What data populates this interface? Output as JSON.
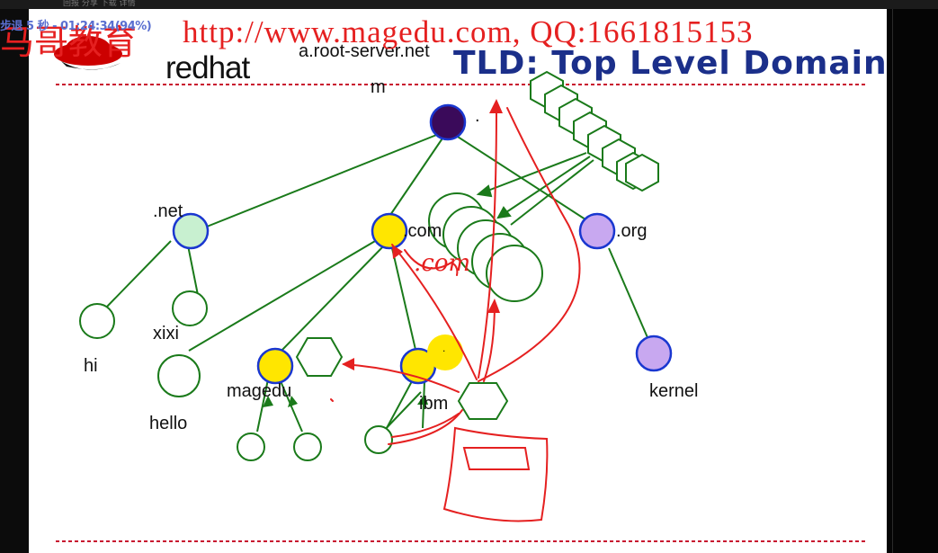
{
  "player": {
    "topbar_text": "回报  分享  下载  详情",
    "status": "步退 5 秒 - 01:24:34(94%)"
  },
  "slide": {
    "watermark_prefix": "马哥教育",
    "watermark_url": "http://www.magedu.com, QQ:1661815153",
    "logo_text": "redhat",
    "title": "TLD: Top Level Domain",
    "root_server_label": "a.root-server.net",
    "root_m_label": "m",
    "root_dot": ".",
    "labels": {
      "net": ".net",
      "com": ".com",
      "org": ".org",
      "hi": "hi",
      "xixi": "xixi",
      "hello": "hello",
      "magedu": "magedu",
      "ibm": "ibm",
      "kernel": "kernel",
      "ibm_dot": "."
    },
    "annotation": ".com"
  },
  "colors": {
    "tree_line": "#1a7a1a",
    "node_border": "#1a37d0",
    "root_fill": "#3a0a5a",
    "net_fill": "#c8f0d0",
    "com_fill": "#ffe600",
    "org_fill": "#c8a8f0",
    "pen_red": "#e52020",
    "title_blue": "#1b2f8a"
  }
}
